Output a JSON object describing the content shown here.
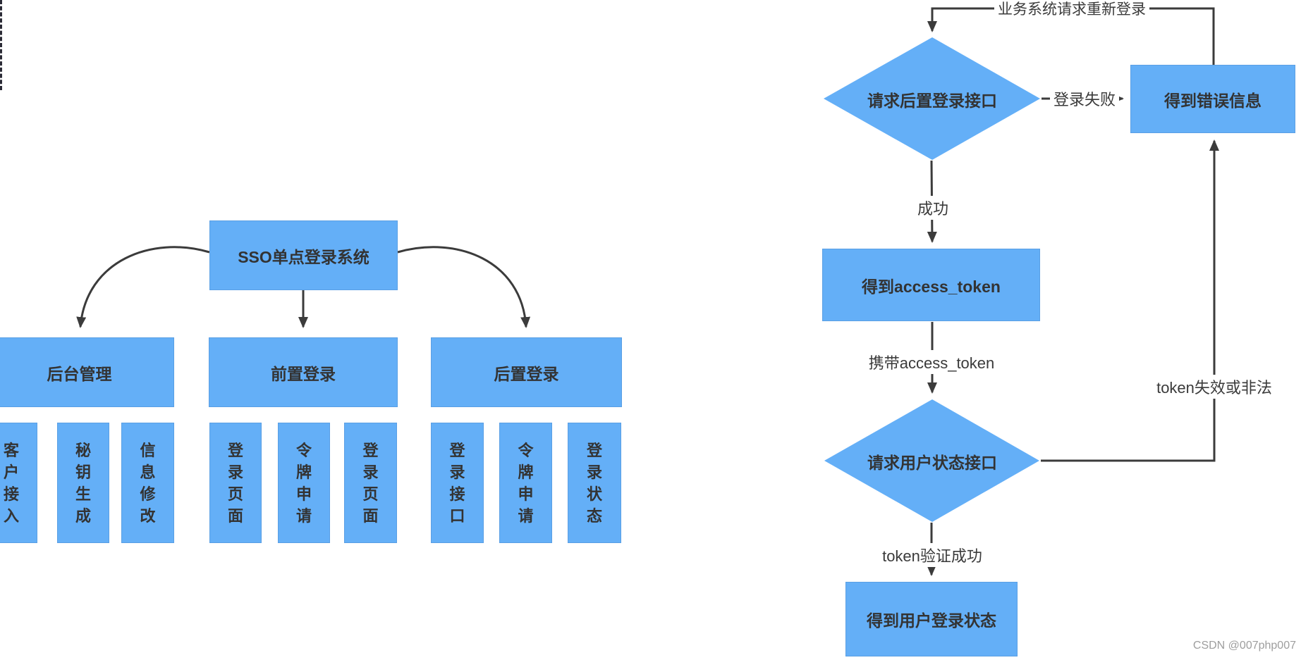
{
  "left_tree": {
    "root": {
      "label": "SSO单点登录系统"
    },
    "branches": [
      {
        "label": "后台管理",
        "children": [
          "客户接入",
          "秘钥生成",
          "信息修改"
        ]
      },
      {
        "label": "前置登录",
        "children": [
          "登录页面",
          "令牌申请",
          "登录页面"
        ]
      },
      {
        "label": "后置登录",
        "children": [
          "登录接口",
          "令牌申请",
          "登录状态"
        ]
      }
    ]
  },
  "flowchart": {
    "nodes": {
      "decision_post_login": "请求后置登录接口",
      "error_info": "得到错误信息",
      "access_token": "得到access_token",
      "decision_user_status": "请求用户状态接口",
      "login_status": "得到用户登录状态"
    },
    "edge_labels": {
      "relogin": "业务系统请求重新登录",
      "login_fail": "登录失败",
      "success": "成功",
      "carry_token": "携带access_token",
      "token_invalid": "token失效或非法",
      "token_valid": "token验证成功"
    }
  },
  "watermark": "CSDN @007php007",
  "colors": {
    "node_fill": "#64AFF7",
    "line": "#3b3b3b",
    "text": "#333333",
    "watermark": "#9e9e9e"
  }
}
